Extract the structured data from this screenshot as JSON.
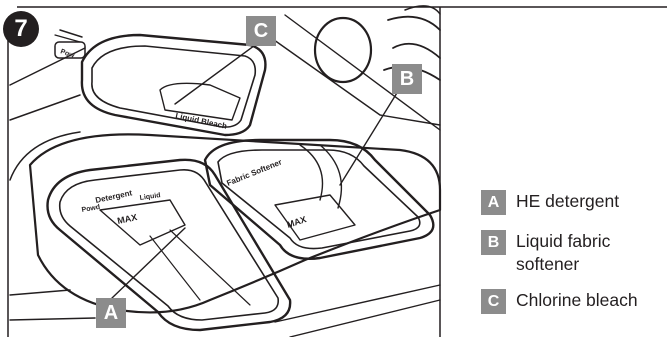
{
  "step_number": "7",
  "diagram": {
    "callouts": [
      "C",
      "B",
      "A"
    ],
    "printed": {
      "power": "Pow",
      "liquid_bleach": "Liquid Bleach",
      "fabric_softener": "Fabric Softener",
      "max_softener": "MAX",
      "detergent": "Detergent",
      "liquid": "Liquid",
      "powder": "Powd",
      "max_detergent": "MAX"
    }
  },
  "legend": [
    {
      "letter": "A",
      "text": "HE detergent"
    },
    {
      "letter": "B",
      "text": "Liquid fabric softener"
    },
    {
      "letter": "C",
      "text": "Chlorine bleach"
    }
  ],
  "colors": {
    "tag": "#8c8c8c",
    "ink": "#231f20",
    "border": "#231f20"
  }
}
